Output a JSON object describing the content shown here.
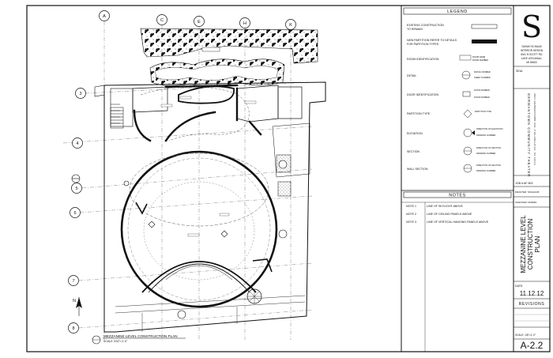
{
  "grid": {
    "columns": [
      "A",
      "C",
      "E",
      "H",
      "K"
    ],
    "rows": [
      "3",
      "4",
      "5",
      "6",
      "7",
      "8"
    ]
  },
  "north_arrow_letter": "N",
  "drawing_title": "MEZZANINE LEVEL CONSTRUCTION PLAN",
  "drawing_scale": "SCALE 3/32\"=1'-0\"",
  "legend": {
    "title": "LEGEND",
    "items": [
      {
        "label": "EXISTING CONSTRUCTION TO REMAIN",
        "lines": [
          "EXISTING CONSTRUCTION",
          "TO REMAIN"
        ]
      },
      {
        "label": "NEW PARTITION REFER TO DETAILS FOR PARTITION TYPES",
        "lines": [
          "NEW PARTITION REFER TO DETAILS",
          "FOR PARTITION TYPES"
        ]
      },
      {
        "label": "ROOM IDENTIFICATION",
        "lines": [
          "ROOM IDENTIFICATION"
        ],
        "notes": [
          "ROOM NAME",
          "ROOM NUMBER"
        ]
      },
      {
        "label": "DETAIL",
        "lines": [
          "DETAIL"
        ],
        "notes": [
          "DETAIL NUMBER",
          "SHEET NUMBER"
        ]
      },
      {
        "label": "DOOR IDENTIFICATION",
        "lines": [
          "DOOR IDENTIFICATION"
        ],
        "notes": [
          "DOOR NUMBER",
          "DOOR NUMBER"
        ]
      },
      {
        "label": "PARTITION TYPE",
        "lines": [
          "PARTITION TYPE"
        ],
        "notes": [
          "PARTITION TYPE"
        ]
      },
      {
        "label": "ELEVATION",
        "lines": [
          "ELEVATION"
        ],
        "notes": [
          "DIRECTION OF ELEVATION",
          "DRAWING NUMBER"
        ]
      },
      {
        "label": "SECTION",
        "lines": [
          "SECTION"
        ],
        "notes": [
          "DIRECTION OF SECTION",
          "DRAWING NUMBER"
        ]
      },
      {
        "label": "WALL SECTION",
        "lines": [
          "WALL SECTION"
        ],
        "notes": [
          "DIRECTION OF SECTION",
          "DRAWING NUMBER"
        ]
      }
    ]
  },
  "notes": {
    "title": "NOTES",
    "items": [
      {
        "num": "NOTE 1",
        "text": "LINE OF SKYLIGHT ABOVE"
      },
      {
        "num": "NOTE 2",
        "text": "LINE OF CEILING PANELS ABOVE"
      },
      {
        "num": "NOTE 3",
        "text": "LINE OF VERTICAL HANGING PANELS ABOVE"
      }
    ]
  },
  "title_block": {
    "logo": "S",
    "designer": [
      "SARAH SCHAUB",
      "INTERIOR DESIGN",
      "3041 N SCOTT RD.",
      "LAKE LEELANAU,",
      "MI 49653"
    ],
    "seal_label": "SEAL",
    "project_lines": [
      "GERMANTOWN COMMUNITY THEATER",
      "4821 GERMANTOWN AVE, PHILADELPHIA, PA 19144"
    ],
    "job_no": "JOB # AF-802",
    "drafter": "DRAFTER: SSCHAUB",
    "checker": "CHECKER: MARIEL",
    "sheet_title": [
      "MEZZANINE LEVEL",
      "CONSTRUCTION",
      "PLAN"
    ],
    "date_label": "DATE:",
    "date": "11.12.12",
    "revisions_label": "REVISIONS",
    "scale": "SCALE: 1/8\"=1'-0\"",
    "sheet_number": "A-2.2"
  }
}
